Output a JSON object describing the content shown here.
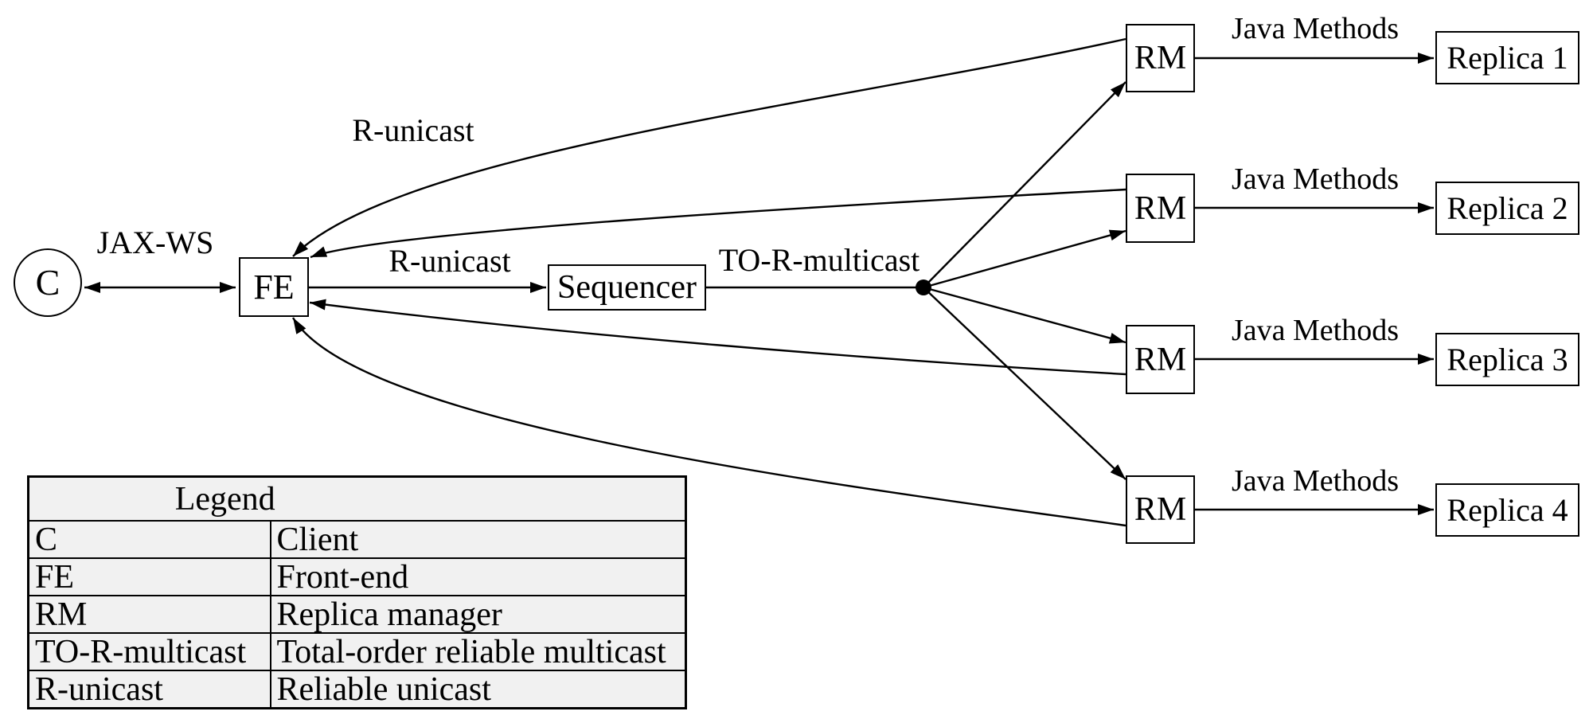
{
  "diagram": {
    "client_label": "C",
    "front_end_label": "FE",
    "sequencer_label": "Sequencer",
    "labels": {
      "jax_ws": "JAX-WS",
      "r_unicast_return": "R-unicast",
      "r_unicast_forward": "R-unicast",
      "to_r_multicast": "TO-R-multicast"
    },
    "replica_rows": [
      {
        "rm": "RM",
        "edge": "Java Methods",
        "replica": "Replica 1"
      },
      {
        "rm": "RM",
        "edge": "Java Methods",
        "replica": "Replica 2"
      },
      {
        "rm": "RM",
        "edge": "Java Methods",
        "replica": "Replica 3"
      },
      {
        "rm": "RM",
        "edge": "Java Methods",
        "replica": "Replica 4"
      }
    ],
    "colors": {
      "stroke": "#000000",
      "background": "#ffffff",
      "legend_cell_bg": "#f1f1f1"
    }
  },
  "legend": {
    "title": "Legend",
    "rows": [
      {
        "term": "C",
        "definition": "Client"
      },
      {
        "term": "FE",
        "definition": "Front-end"
      },
      {
        "term": "RM",
        "definition": "Replica manager"
      },
      {
        "term": "TO-R-multicast",
        "definition": "Total-order reliable multicast"
      },
      {
        "term": "R-unicast",
        "definition": "Reliable unicast"
      }
    ]
  }
}
